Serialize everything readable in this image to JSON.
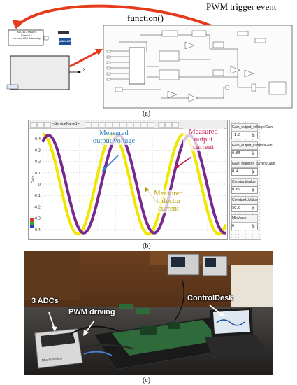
{
  "panel_a": {
    "caption": "(a)",
    "trigger_label": "PWM trigger event",
    "function_label": "function()",
    "adc_block_text": [
      "ADC #1 / SMART",
      "Channel 1",
      "Interrupt: ADC data ready"
    ],
    "dspace_logo": "dSPACE",
    "output_port": "2"
  },
  "panel_b": {
    "caption": "(b)",
    "toolbar_service": "<ServiceName1>",
    "ylabel": "Gain",
    "annotations": {
      "output_voltage": "Measured output voltage",
      "output_current": "Measured output current",
      "inductor_current": "Measured inductor current"
    },
    "colors": {
      "yellow": "#f2e600",
      "purple": "#7a2790",
      "blue_arrow": "#2f7fc1",
      "purple_arrow": "#c2185b",
      "olive_arrow": "#b09a10"
    },
    "sidebar": [
      {
        "title": "Gain_output_voltage/Gain",
        "value": "-1.0"
      },
      {
        "title": "Gain_output_current/Gain",
        "value": "0.65"
      },
      {
        "title": "Gain_inductor_current/Gain",
        "value": "0.4"
      },
      {
        "title": "Constant/Value",
        "value": "0.09"
      },
      {
        "title": "Constant1/Value",
        "value": "50.0"
      },
      {
        "title": "MinValue",
        "value": "0"
      }
    ]
  },
  "chart_data": {
    "type": "line",
    "title": "",
    "ylabel": "Gain",
    "xlabel": "",
    "ylim": [
      -0.45,
      0.45
    ],
    "yticks": [
      "0.4",
      "0.3",
      "0.2",
      "0.1",
      "0",
      "-0.1",
      "-0.2",
      "-0.3",
      "-0.4"
    ],
    "periods_shown": 2.6,
    "series": [
      {
        "amplitude": 0.44,
        "phase_deg": 0
      },
      {
        "amplitude": 0.43,
        "phase_deg": -30
      }
    ]
  },
  "panel_c": {
    "caption": "(c)",
    "labels": {
      "adcs": "3 ADCs",
      "pwm": "PWM driving",
      "controldesk": "ControlDesk",
      "box": "MicroLabBox"
    }
  }
}
